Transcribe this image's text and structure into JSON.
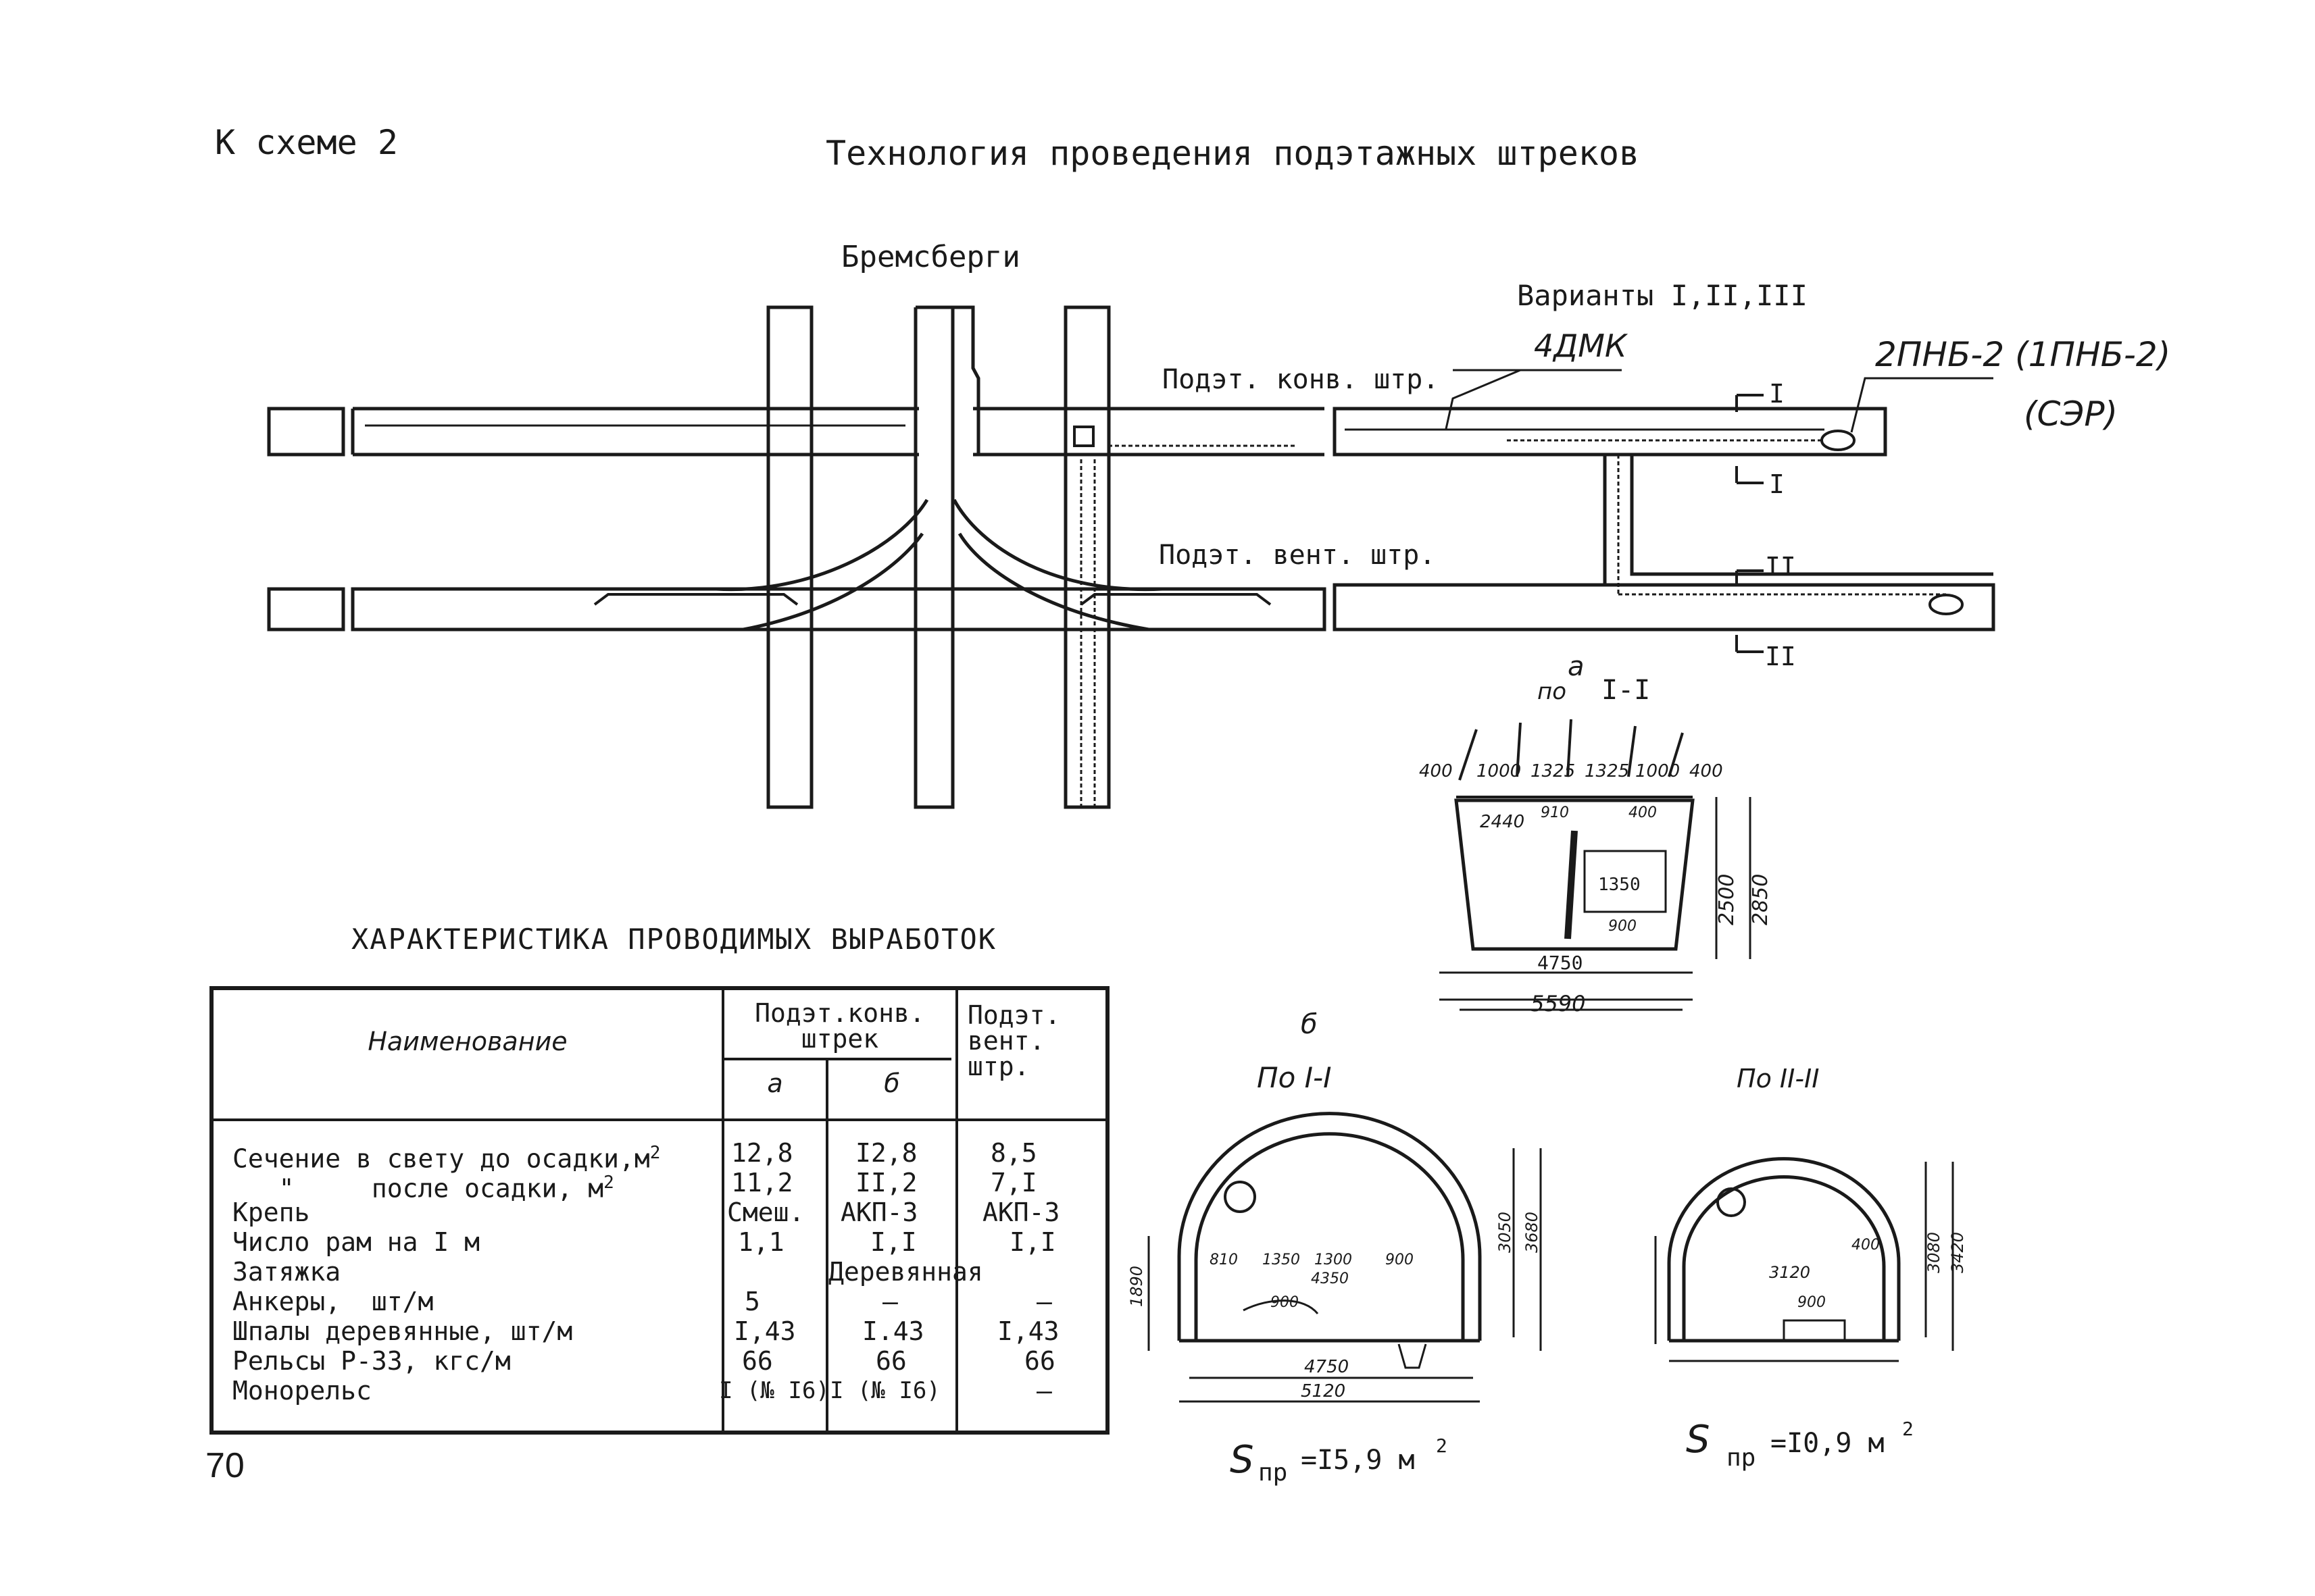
{
  "page": {
    "scheme_ref": "К схеме 2",
    "title": "Технология проведения подэтажных штреков",
    "page_number": "70"
  },
  "plan": {
    "bremsbergi": "Бремсберги",
    "variants": "Варианты I,II,III",
    "conveyor_drift": "Подэт. конв. штр.",
    "vent_drift": "Подэт. вент. штр.",
    "machine": "4ДМК",
    "loader": "2ПНБ-2 (1ПНБ-2)",
    "loader_alt": "(СЭР)",
    "section_I": "I",
    "section_II": "II"
  },
  "section_a": {
    "letter": "а",
    "label_po": "по",
    "label_section": "I-I",
    "dims": {
      "d400_left": "400",
      "d1000_left": "1000",
      "d1325_left": "1325",
      "d1325_right": "1325",
      "d1000_right": "1000",
      "d400_right": "400",
      "d2440": "2440",
      "d910": "910",
      "d400_inner": "400",
      "d1350": "1350",
      "d900": "900",
      "d2500": "2500",
      "d2850": "2850",
      "d4750": "4750",
      "d5590": "5590"
    }
  },
  "section_b": {
    "letter": "б",
    "label": "По I-I",
    "dims": {
      "d1890": "1890",
      "d3050": "3050",
      "d3680": "3680",
      "d810": "810",
      "d1350": "1350",
      "d1300": "1300",
      "d900": "900",
      "d4350": "4350",
      "d900b": "900",
      "d4750": "4750",
      "d5120": "5120"
    },
    "area_label": "S",
    "area_sub": "пр",
    "area_value": "=I5,9 м",
    "area_sup": "2"
  },
  "section_c": {
    "label": "По II-II",
    "dims": {
      "d3120": "3120",
      "d400": "400",
      "d900": "900",
      "d3080": "3080",
      "d3420": "3420"
    },
    "area_label": "S",
    "area_sub": "пр",
    "area_value": "=I0,9 м",
    "area_sup": "2"
  },
  "table": {
    "title": "ХАРАКТЕРИСТИКА ПРОВОДИМЫХ ВЫРАБОТОК",
    "header": {
      "name": "Наименование",
      "conv_line1": "Подэт.конв.",
      "conv_line2": "штрек",
      "sub_a": "а",
      "sub_b": "б",
      "vent_line1": "Подэт.",
      "vent_line2": "вент.",
      "vent_line3": "штр."
    },
    "rows": [
      {
        "name": "Сечение в свету до осадки,м",
        "sup": "2",
        "a": "12,8",
        "b": "I2,8",
        "vent": "8,5"
      },
      {
        "name": "   \"     после осадки, м",
        "sup": "2",
        "a": "11,2",
        "b": "II,2",
        "vent": "7,I"
      },
      {
        "name": "Крепь",
        "sup": "",
        "a": "Смеш.",
        "b": "АКП-3",
        "vent": "АКП-3"
      },
      {
        "name": "Число рам на I м",
        "sup": "",
        "a": "1,1",
        "b": "I,I",
        "vent": "I,I"
      },
      {
        "name": "Затяжка",
        "sup": "",
        "a": "",
        "b": "Деревянная",
        "vent": ""
      },
      {
        "name": "Анкеры,  шт/м",
        "sup": "",
        "a": "5",
        "b": "–",
        "vent": "–"
      },
      {
        "name": "Шпалы деревянные, шт/м",
        "sup": "",
        "a": "I,43",
        "b": "I.43",
        "vent": "I,43"
      },
      {
        "name": "Рельсы Р-33, кгс/м",
        "sup": "",
        "a": "66",
        "b": "66",
        "vent": "66"
      },
      {
        "name": "Монорельс",
        "sup": "",
        "a": "I (№ I6)",
        "b": "I (№ I6)",
        "vent": "–"
      }
    ]
  }
}
